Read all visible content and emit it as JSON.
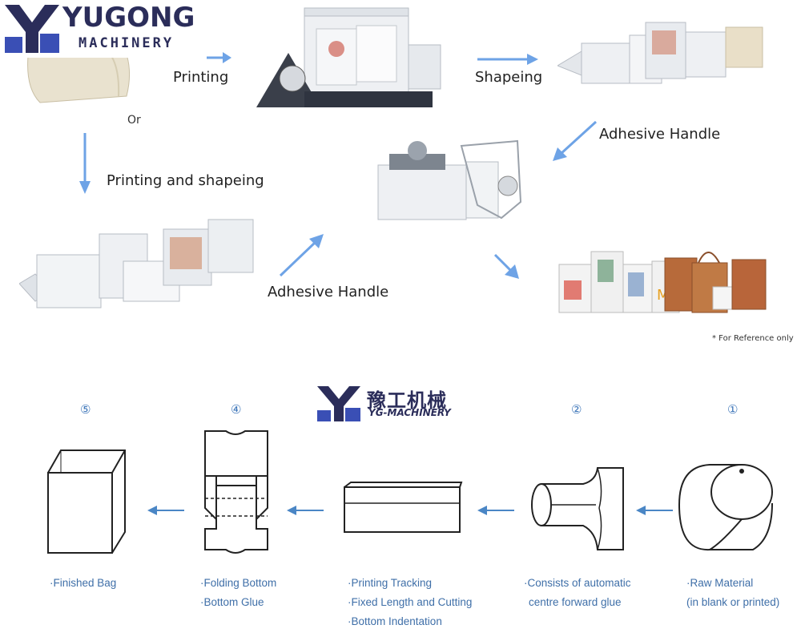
{
  "logo": {
    "brand": "YUGONG",
    "sub": "MACHINERY"
  },
  "process": {
    "printing": "Printing",
    "shapeing": "Shapeing",
    "adhesive_handle_right": "Adhesive Handle",
    "or": "Or",
    "printing_and_shapeing": "Printing and shapeing",
    "adhesive_handle_left": "Adhesive Handle",
    "reference_note": "* For Reference only"
  },
  "logo2": {
    "cn": "豫工机械",
    "en": "YG-MACHINERY"
  },
  "steps": [
    {
      "num": "⑤",
      "lines": [
        "·Finished Bag"
      ]
    },
    {
      "num": "④",
      "lines": [
        "·Folding Bottom",
        "·Bottom Glue"
      ]
    },
    {
      "num": "",
      "lines": [
        "·Printing Tracking",
        "·Fixed Length and Cutting",
        "·Bottom Indentation"
      ]
    },
    {
      "num": "②",
      "lines": [
        "·Consists of automatic",
        "centre forward glue"
      ]
    },
    {
      "num": "①",
      "lines": [
        "·Raw Material",
        "(in blank or printed)"
      ]
    }
  ],
  "colors": {
    "arrow": "#6ea3e6",
    "brand": "#2b2d5a",
    "step_text": "#3f6fa8",
    "step_arrow": "#4a86c5"
  }
}
